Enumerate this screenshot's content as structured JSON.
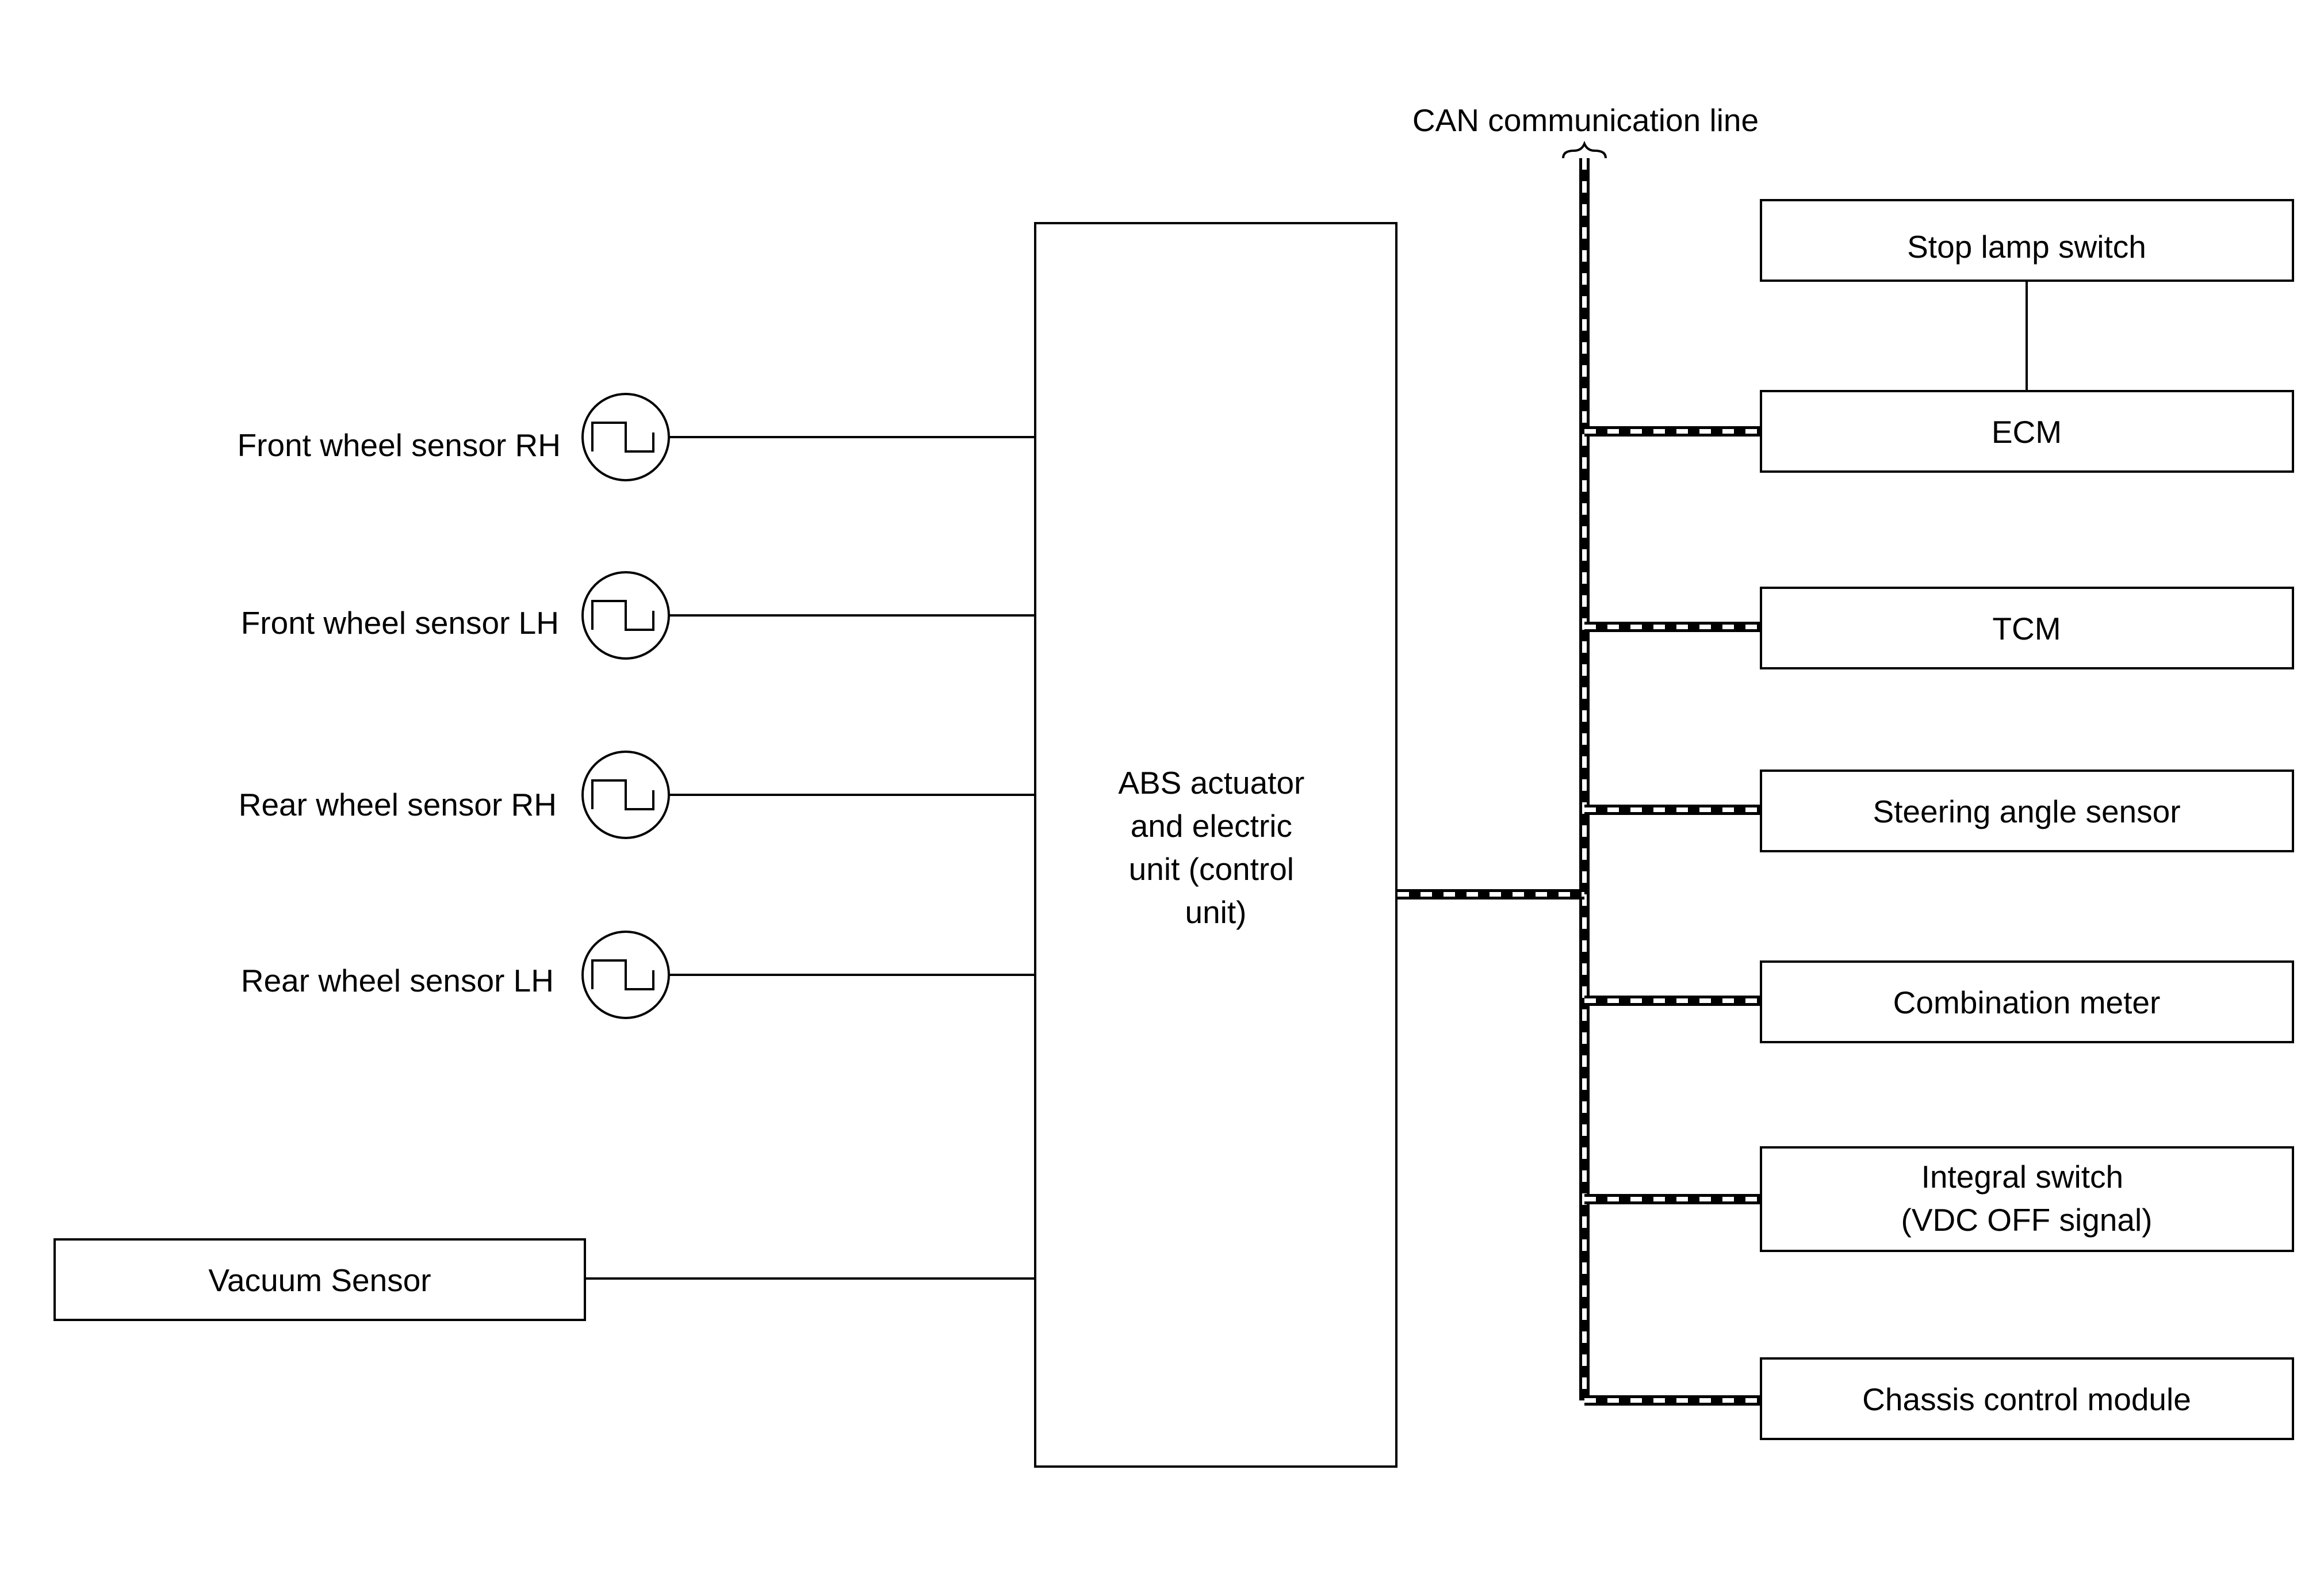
{
  "can_line": {
    "label": "CAN communication line"
  },
  "control_unit": {
    "lines": [
      "ABS actuator",
      "and electric",
      "unit (control",
      "unit)"
    ]
  },
  "wheel_sensors": [
    {
      "label": "Front wheel sensor RH"
    },
    {
      "label": "Front wheel sensor LH"
    },
    {
      "label": "Rear wheel sensor RH"
    },
    {
      "label": "Rear wheel sensor LH"
    }
  ],
  "vacuum_sensor": {
    "label": "Vacuum Sensor"
  },
  "stop_lamp_switch": {
    "label": "Stop lamp switch"
  },
  "can_modules": [
    {
      "lines": [
        "ECM"
      ]
    },
    {
      "lines": [
        "TCM"
      ]
    },
    {
      "lines": [
        "Steering angle sensor"
      ]
    },
    {
      "lines": [
        "Combination meter"
      ]
    },
    {
      "lines": [
        "Integral switch",
        "(VDC OFF signal)"
      ]
    },
    {
      "lines": [
        "Chassis control module"
      ]
    }
  ]
}
